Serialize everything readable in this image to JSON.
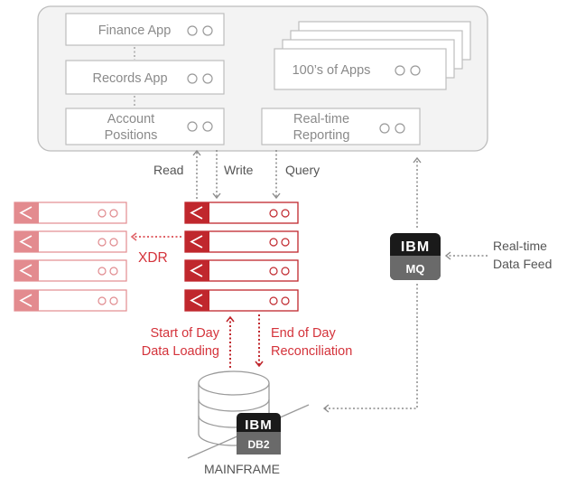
{
  "apps": {
    "finance": "Finance App",
    "records": "Records App",
    "account_line1": "Account",
    "account_line2": "Positions",
    "many_apps": "100’s of Apps",
    "realtime_line1": "Real-time",
    "realtime_line2": "Reporting"
  },
  "arrows": {
    "read": "Read",
    "write": "Write",
    "query": "Query",
    "xdr": "XDR",
    "start_line1": "Start of Day",
    "start_line2": "Data Loading",
    "end_line1": "End of Day",
    "end_line2": "Reconciliation"
  },
  "mq": {
    "brand": "IBM",
    "product": "MQ",
    "feed_line1": "Real-time",
    "feed_line2": "Data Feed"
  },
  "mainframe": {
    "brand": "IBM",
    "product": "DB2",
    "label": "MAINFRAME"
  },
  "colors": {
    "accent_red": "#c0272d",
    "pale_red": "#e38b8f",
    "gray_border": "#bdbdbd",
    "dark_badge": "#1a1a1a"
  },
  "icons": [
    "node-icon",
    "status-dots-icon",
    "ibm-logo-icon",
    "database-icon"
  ]
}
